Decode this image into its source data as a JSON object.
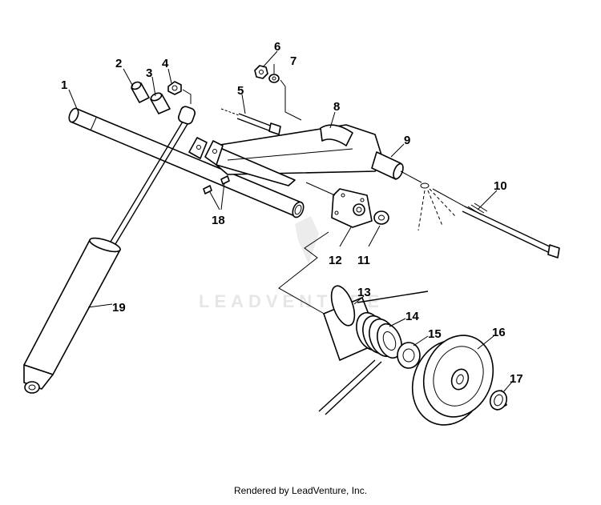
{
  "callouts": [
    {
      "id": "1",
      "text": "1"
    },
    {
      "id": "2",
      "text": "2"
    },
    {
      "id": "3",
      "text": "3"
    },
    {
      "id": "4",
      "text": "4"
    },
    {
      "id": "5",
      "text": "5"
    },
    {
      "id": "6",
      "text": "6"
    },
    {
      "id": "7",
      "text": "7"
    },
    {
      "id": "8",
      "text": "8"
    },
    {
      "id": "9",
      "text": "9"
    },
    {
      "id": "10",
      "text": "10"
    },
    {
      "id": "11",
      "text": "11"
    },
    {
      "id": "12",
      "text": "12"
    },
    {
      "id": "13",
      "text": "13"
    },
    {
      "id": "14",
      "text": "14"
    },
    {
      "id": "15",
      "text": "15"
    },
    {
      "id": "16",
      "text": "16"
    },
    {
      "id": "17",
      "text": "17"
    },
    {
      "id": "18",
      "text": "18"
    },
    {
      "id": "19",
      "text": "19"
    }
  ],
  "watermark": "LEADVENTURE",
  "footer": "Rendered by LeadVenture, Inc."
}
